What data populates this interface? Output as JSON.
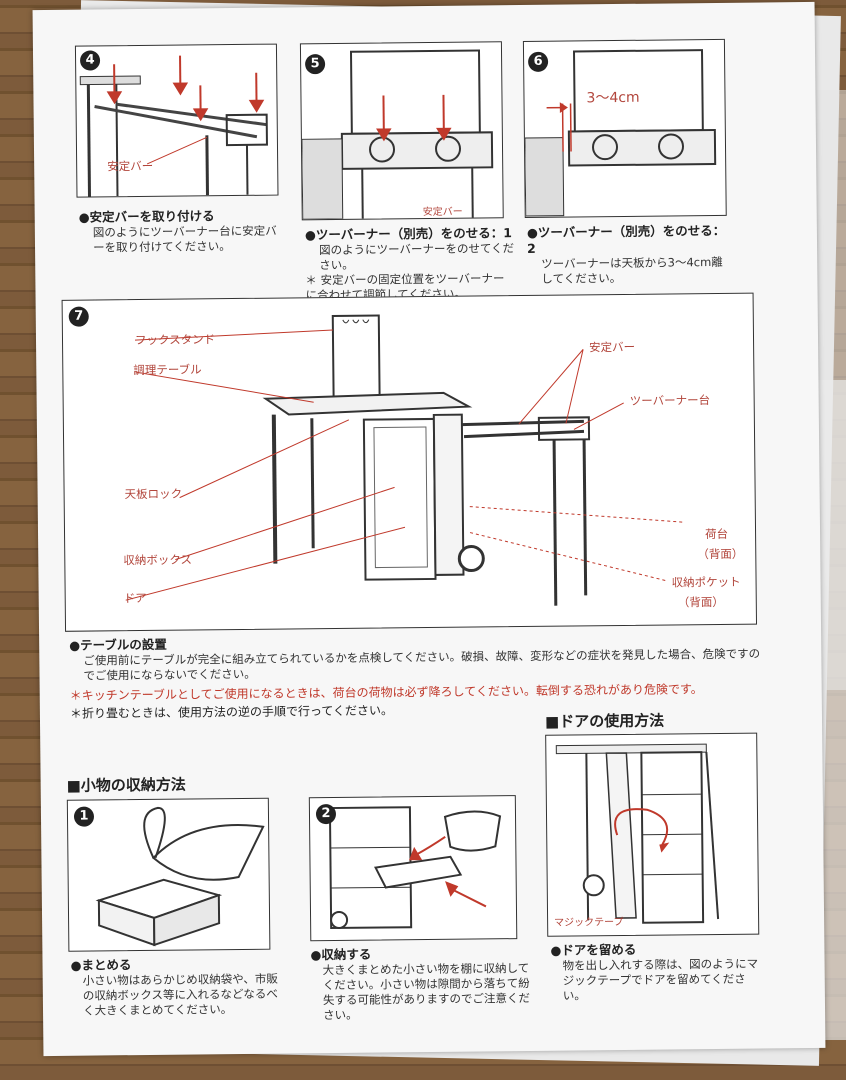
{
  "step4": {
    "num": "4",
    "label": "安定バー",
    "title": "●安定バーを取り付ける",
    "body": "図のようにツーバーナー台に安定バーを取り付けてください。"
  },
  "step5": {
    "num": "5",
    "label": "安定バー",
    "title": "●ツーバーナー（別売）をのせる：1",
    "body": "図のようにツーバーナーをのせてください。",
    "note": "＊ 安定バーの固定位置をツーバーナーに合わせて調節してください。"
  },
  "step6": {
    "num": "6",
    "measure": "3～4cm",
    "title": "●ツーバーナー（別売）をのせる：2",
    "body": "ツーバーナーは天板から3～4cm離してください。"
  },
  "step7": {
    "num": "7",
    "labels": {
      "hook_stand": "フックスタンド",
      "cooking_table": "調理テーブル",
      "top_lock": "天板ロック",
      "storage_box": "収納ボックス",
      "door": "ドア",
      "stabilizer_bar": "安定バー",
      "burner_stand": "ツーバーナー台",
      "rack": "荷台",
      "rack_back": "（背面）",
      "pocket": "収納ポケット",
      "pocket_back": "（背面）"
    }
  },
  "setup": {
    "title": "●テーブルの設置",
    "body": "ご使用前にテーブルが完全に組み立てられているかを点検してください。破損、故障、変形などの症状を発見した場合、危険ですのでご使用にならないでください。",
    "warning": "＊キッチンテーブルとしてご使用になるときは、荷台の荷物は必ず降ろしてください。転倒する恐れがあり危険です。",
    "fold_note": "＊折り畳むときは、使用方法の逆の手順で行ってください。"
  },
  "small_items": {
    "heading": "■小物の収納方法",
    "step1": {
      "num": "1",
      "title": "●まとめる",
      "body": "小さい物はあらかじめ収納袋や、市販の収納ボックス等に入れるなどなるべく大きくまとめてください。"
    },
    "step2": {
      "num": "2",
      "title": "●収納する",
      "body": "大きくまとめた小さい物を棚に収納してください。小さい物は隙間から落ちて紛失する可能性がありますのでご注意ください。"
    }
  },
  "door_use": {
    "heading": "■ドアの使用方法",
    "label": "マジックテープ",
    "title": "●ドアを留める",
    "body": "物を出し入れする際は、図のようにマジックテープでドアを留めてください。"
  },
  "colors": {
    "accent": "#c0392b",
    "label": "#b2463c"
  }
}
